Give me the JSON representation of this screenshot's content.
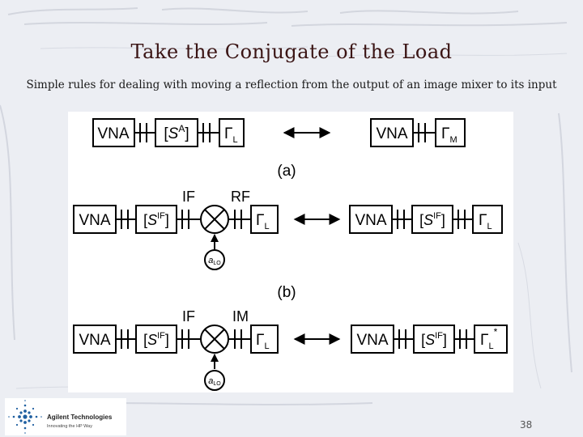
{
  "slide": {
    "title": "Take the Conjugate of the Load",
    "subtitle": "Simple rules for dealing with moving a reflection from the output of an image mixer to its input",
    "page_number": "38"
  },
  "logo": {
    "company": "Agilent Technologies",
    "tagline": "Innovating the HP Way"
  },
  "figure": {
    "row_a": {
      "left": {
        "vna": "VNA",
        "s": "S",
        "s_sup": "A",
        "gamma": "Γ",
        "gamma_sub": "L"
      },
      "right": {
        "vna": "VNA",
        "gamma": "Γ",
        "gamma_sub": "M"
      },
      "caption": "(a)"
    },
    "row_b": {
      "left": {
        "vna": "VNA",
        "s": "S",
        "s_sup": "IF",
        "gamma": "Γ",
        "gamma_sub": "L",
        "port_left": "IF",
        "port_right": "RF",
        "lo": "a",
        "lo_sub": "LO"
      },
      "right": {
        "vna": "VNA",
        "s": "S",
        "s_sup": "IF",
        "gamma": "Γ",
        "gamma_sub": "L"
      },
      "caption": "(b)"
    },
    "row_c": {
      "left": {
        "vna": "VNA",
        "s": "S",
        "s_sup": "IF",
        "gamma": "Γ",
        "gamma_sub": "L",
        "port_left": "IF",
        "port_right": "IM",
        "lo": "a",
        "lo_sub": "LO"
      },
      "right": {
        "vna": "VNA",
        "s": "S",
        "s_sup": "IF",
        "gamma": "Γ",
        "gamma_sub": "L",
        "conj": "*"
      }
    }
  }
}
